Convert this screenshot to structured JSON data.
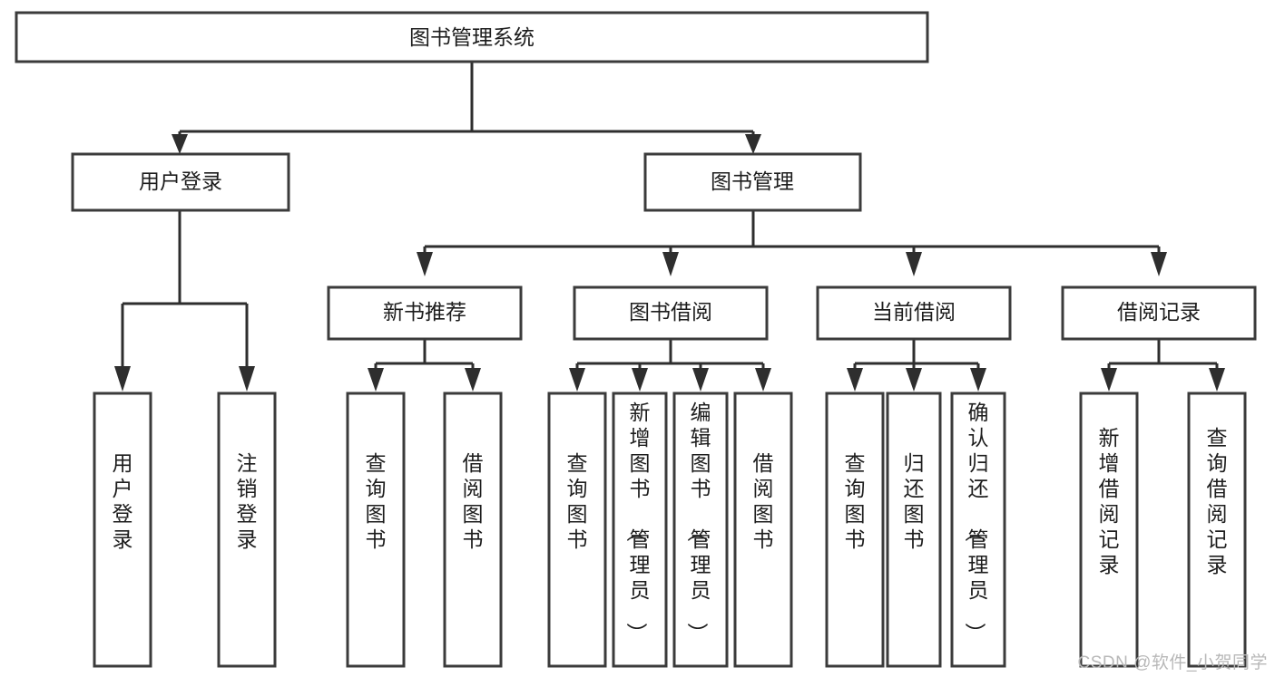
{
  "diagram": {
    "title": "图书管理系统",
    "type": "tree-hierarchy",
    "watermark": "CSDN @软件_小贺同学",
    "colors": {
      "background": "#ffffff",
      "box_fill": "#ffffff",
      "box_stroke": "#3b3b3b",
      "edge_stroke": "#2e2e2e",
      "text": "#1d1d1d",
      "watermark": "#b8b8b8"
    },
    "nodes": {
      "root": {
        "label": "图书管理系统",
        "orientation": "horizontal"
      },
      "level2": [
        {
          "id": "user-login",
          "label": "用户登录",
          "orientation": "horizontal"
        },
        {
          "id": "book-manage",
          "label": "图书管理",
          "orientation": "horizontal"
        }
      ],
      "level3": [
        {
          "id": "new-book-recommend",
          "label": "新书推荐",
          "orientation": "horizontal"
        },
        {
          "id": "book-borrow",
          "label": "图书借阅",
          "orientation": "horizontal"
        },
        {
          "id": "current-borrow",
          "label": "当前借阅",
          "orientation": "horizontal"
        },
        {
          "id": "borrow-record",
          "label": "借阅记录",
          "orientation": "horizontal"
        }
      ],
      "leaves": [
        {
          "id": "leaf-user-login",
          "parent": "user-login",
          "label": "用户登录",
          "orientation": "vertical"
        },
        {
          "id": "leaf-user-logout",
          "parent": "user-login",
          "label": "注销登录",
          "orientation": "vertical"
        },
        {
          "id": "leaf-query-book-1",
          "parent": "new-book-recommend",
          "label": "查询图书",
          "orientation": "vertical"
        },
        {
          "id": "leaf-borrow-book-1",
          "parent": "new-book-recommend",
          "label": "借阅图书",
          "orientation": "vertical"
        },
        {
          "id": "leaf-query-book-2",
          "parent": "book-borrow",
          "label": "查询图书",
          "orientation": "vertical"
        },
        {
          "id": "leaf-add-book",
          "parent": "book-borrow",
          "label": "新增图书（管理员）",
          "orientation": "vertical"
        },
        {
          "id": "leaf-edit-book",
          "parent": "book-borrow",
          "label": "编辑图书（管理员）",
          "orientation": "vertical"
        },
        {
          "id": "leaf-borrow-book-2",
          "parent": "book-borrow",
          "label": "借阅图书",
          "orientation": "vertical"
        },
        {
          "id": "leaf-query-book-3",
          "parent": "current-borrow",
          "label": "查询图书",
          "orientation": "vertical"
        },
        {
          "id": "leaf-return-book",
          "parent": "current-borrow",
          "label": "归还图书",
          "orientation": "vertical"
        },
        {
          "id": "leaf-confirm-return",
          "parent": "current-borrow",
          "label": "确认归还（管理员）",
          "orientation": "vertical"
        },
        {
          "id": "leaf-add-record",
          "parent": "borrow-record",
          "label": "新增借阅记录",
          "orientation": "vertical"
        },
        {
          "id": "leaf-query-record",
          "parent": "borrow-record",
          "label": "查询借阅记录",
          "orientation": "vertical"
        }
      ]
    }
  }
}
